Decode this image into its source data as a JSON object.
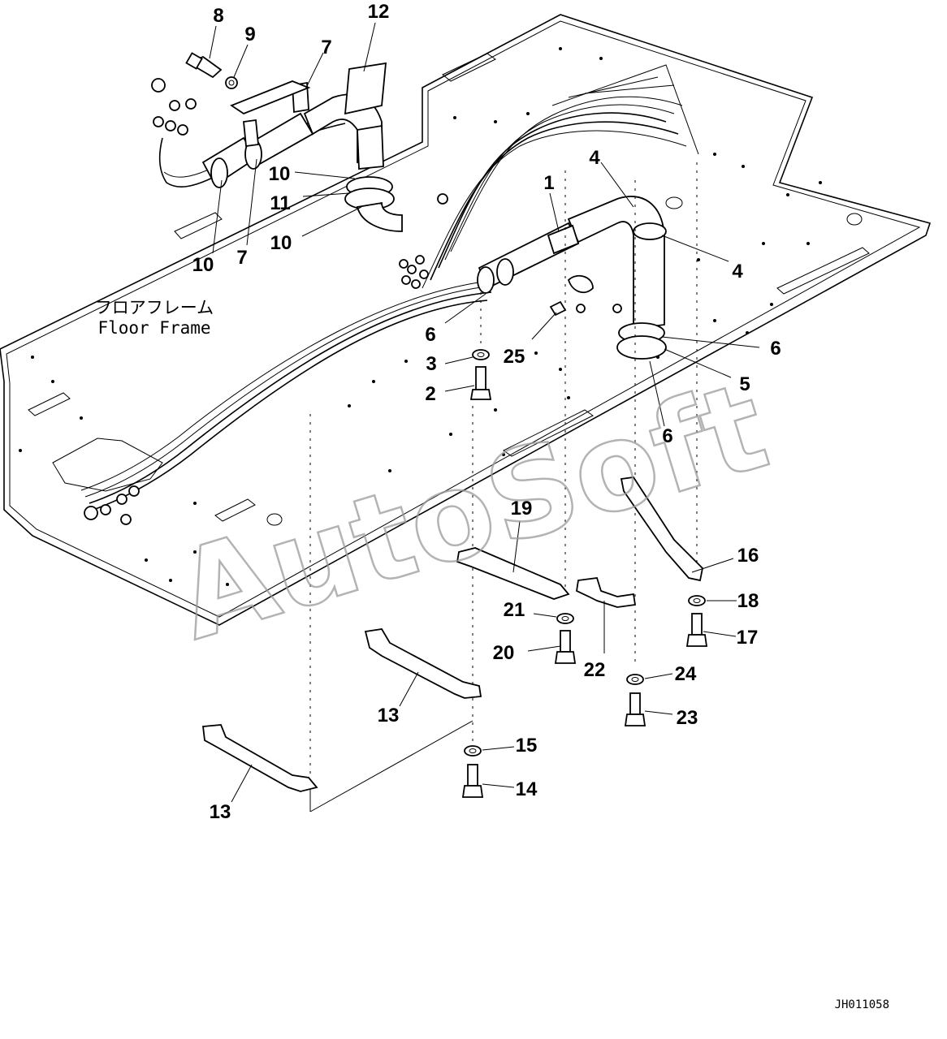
{
  "floor_label_jp": "フロアフレーム",
  "floor_label_en": "Floor Frame",
  "watermark": "AutoSoft",
  "document_number": "JH011058",
  "callouts": [
    "8",
    "9",
    "12",
    "7",
    "10",
    "11",
    "10",
    "10",
    "7",
    "1",
    "4",
    "4",
    "6",
    "6",
    "5",
    "6",
    "3",
    "25",
    "2",
    "19",
    "16",
    "18",
    "17",
    "21",
    "20",
    "22",
    "24",
    "23",
    "13",
    "13",
    "15",
    "14"
  ]
}
